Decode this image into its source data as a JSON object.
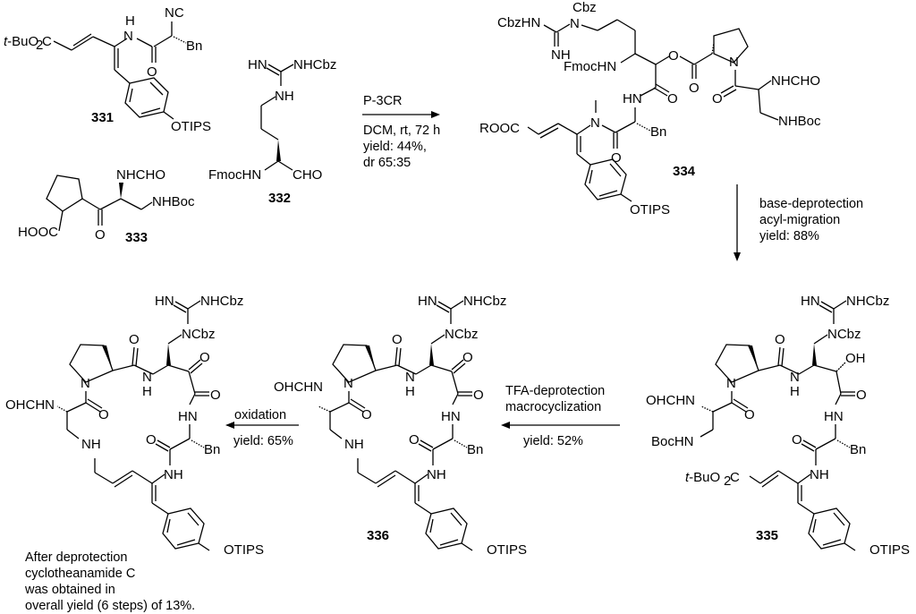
{
  "compounds": {
    "c331": {
      "label": "331",
      "groups": {
        "ester": "t-BuO",
        "ester_sub": "2",
        "ester_c": "C",
        "nh": "H",
        "n": "N",
        "nc": "NC",
        "bn": "Bn",
        "o": "O",
        "otips": "OTIPS"
      }
    },
    "c332": {
      "label": "332",
      "groups": {
        "hn": "HN",
        "nhcbz": "NHCbz",
        "nh": "NH",
        "fmochn": "FmocHN",
        "cho": "CHO"
      }
    },
    "c333": {
      "label": "333",
      "groups": {
        "nhcho": "NHCHO",
        "nhboc": "NHBoc",
        "hooc": "HOOC",
        "o": "O"
      }
    },
    "c334": {
      "label": "334",
      "groups": {
        "cbz": "Cbz",
        "cbzhn": "CbzHN",
        "n": "N",
        "nh": "NH",
        "fmochn": "FmocHN",
        "o": "O",
        "hn": "HN",
        "rooc": "ROOC",
        "bn": "Bn",
        "nhcho": "NHCHO",
        "nhboc": "NHBoc",
        "otips": "OTIPS"
      }
    },
    "c335": {
      "label": "335",
      "groups": {
        "hn": "HN",
        "nhcbz": "NHCbz",
        "ncbz": "NCbz",
        "oh": "OH",
        "o": "O",
        "n": "N",
        "h": "H",
        "ohchn": "OHCHN",
        "bochn": "BocHN",
        "bn": "Bn",
        "nh": "NH",
        "ester": "t-BuO",
        "ester_sub": "2",
        "ester_c": "C",
        "otips": "OTIPS"
      }
    },
    "c336": {
      "label": "336",
      "groups": {
        "hn": "HN",
        "nhcbz": "NHCbz",
        "ncbz": "NCbz",
        "o": "O",
        "n": "N",
        "h": "H",
        "ohchn": "OHCHN",
        "nh": "NH",
        "bn": "Bn",
        "otips": "OTIPS"
      }
    },
    "final": {
      "groups": {
        "hn": "HN",
        "nhcbz": "NHCbz",
        "ncbz": "NCbz",
        "o": "O",
        "n": "N",
        "h": "H",
        "ohchn": "OHCHN",
        "nh": "NH",
        "bn": "Bn",
        "otips": "OTIPS"
      }
    }
  },
  "reactions": [
    {
      "id": "step1",
      "above": "P-3CR",
      "below": [
        "DCM, rt, 72 h",
        "yield: 44%,",
        "dr 65:35"
      ],
      "direction": "right"
    },
    {
      "id": "step2",
      "side": [
        "base-deprotection",
        "acyl-migration",
        "yield: 88%"
      ],
      "direction": "down"
    },
    {
      "id": "step3",
      "above": [
        "TFA-deprotection",
        "macrocyclization"
      ],
      "below": [
        "yield: 52%"
      ],
      "direction": "left"
    },
    {
      "id": "step4",
      "above": [
        "oxidation"
      ],
      "below": [
        "yield: 65%"
      ],
      "direction": "left"
    }
  ],
  "note": [
    "After deprotection",
    "cyclotheanamide C",
    "was obtained in",
    "overall yield (6 steps) of 13%."
  ]
}
